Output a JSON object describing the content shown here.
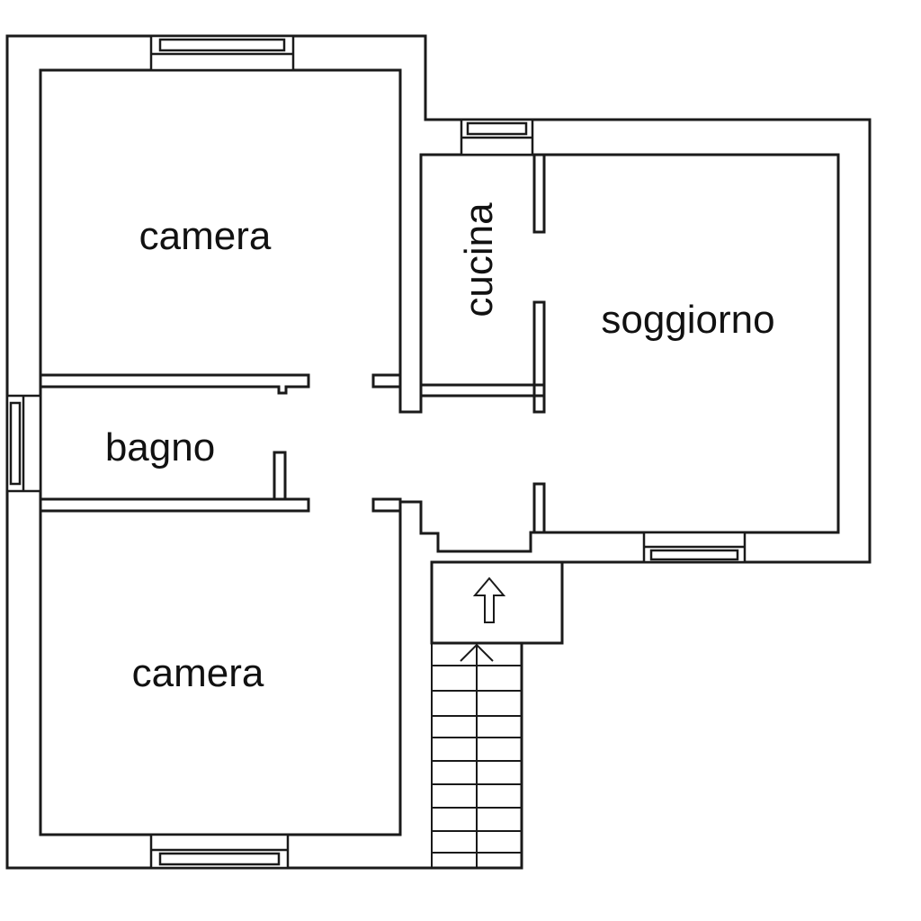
{
  "rooms": {
    "camera_top": "camera",
    "bagno": "bagno",
    "camera_bottom": "camera",
    "cucina": "cucina",
    "soggiorno": "soggiorno"
  },
  "colors": {
    "wall": "#1a1a1a",
    "background": "#ffffff"
  },
  "icons": {
    "entrance": "up-arrow-icon",
    "stairs": "staircase-icon"
  }
}
